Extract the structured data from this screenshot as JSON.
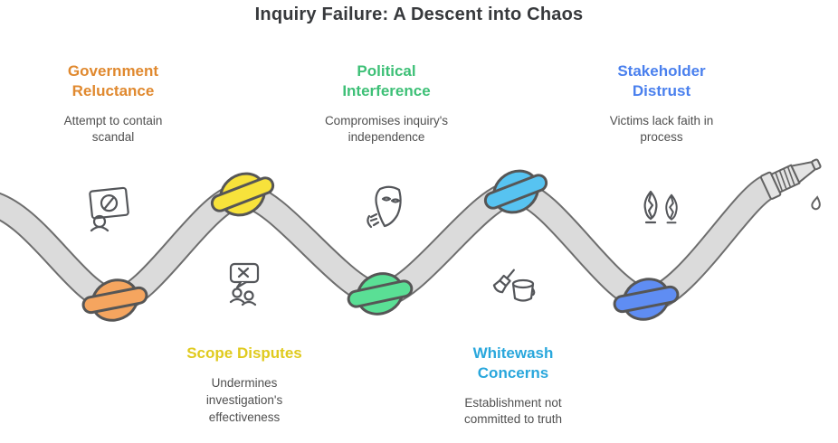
{
  "title": "Inquiry Failure: A Descent into Chaos",
  "ribbon": {
    "fill_color": "#dbdbdb",
    "outline_color": "#6e6e6e"
  },
  "stages": [
    {
      "heading": "Government Reluctance",
      "description": "Attempt to contain scandal",
      "heading_color": "#e0892f",
      "knot_color": "#f5a55f",
      "icon": "prohibition-sign-icon"
    },
    {
      "heading": "Scope Disputes",
      "description": "Undermines investigation's effectiveness",
      "heading_color": "#e0ca1e",
      "knot_color": "#f7e23b",
      "icon": "argument-group-icon"
    },
    {
      "heading": "Political Interference",
      "description": "Compromises inquiry's independence",
      "heading_color": "#3ec077",
      "knot_color": "#5adf95",
      "icon": "mask-icon"
    },
    {
      "heading": "Whitewash Concerns",
      "description": "Establishment not committed to truth",
      "heading_color": "#29a7dc",
      "knot_color": "#57c3f1",
      "icon": "paintbrush-bucket-icon"
    },
    {
      "heading": "Stakeholder Distrust",
      "description": "Victims lack faith in process",
      "heading_color": "#4a80ee",
      "knot_color": "#5f8df3",
      "icon": "broken-candles-icon"
    }
  ]
}
